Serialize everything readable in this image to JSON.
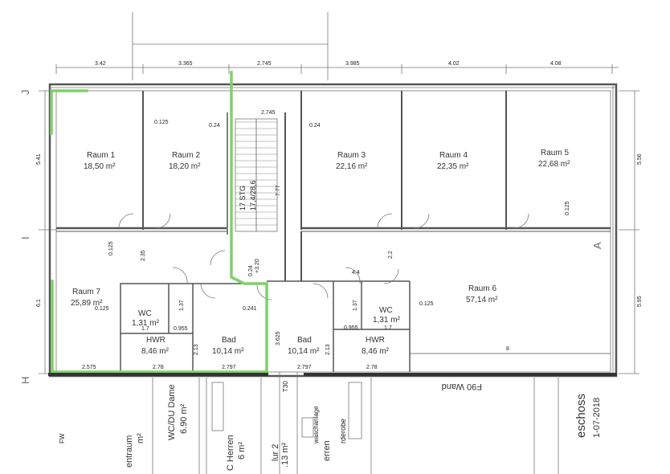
{
  "top_dims": [
    "3.42",
    "3.365",
    "2.745",
    "3.985",
    "4.02",
    "4.08"
  ],
  "inner_dims": {
    "d0125a": "0.125",
    "d024a": "0.24",
    "d2745": "2.745",
    "d024b": "0.24",
    "d0125b": "0.125",
    "d0125c": "0.125",
    "d235": "2.35",
    "d777": "7.77",
    "d22": "2.2",
    "d44": "4.4",
    "d024c": "0.24",
    "d320": "+3.20",
    "d137a": "1.37",
    "d137b": "1.37",
    "d0125d": "0.125",
    "d0125e": "0.125",
    "d17a": "1.7",
    "d0955a": "0.955",
    "d0955b": "0.955",
    "d17b": "1.7",
    "d0241": "0.241",
    "d213a": "2.13",
    "d3625": "3.625",
    "d213b": "2.13",
    "d8": "8",
    "d2575": "2.575",
    "d278a": "2.78",
    "d2797a": "2.797",
    "d2797b": "2.797",
    "d278b": "2.78"
  },
  "side_dims": {
    "left_top": "5.41",
    "left_bottom": "6.1",
    "right_top": "5.56",
    "right_bottom": "5.95"
  },
  "axes": {
    "j": "J",
    "i": "I",
    "h": "H",
    "a": "A"
  },
  "stair": {
    "steps": "17 STG",
    "ratio": "17,4/28,6"
  },
  "rooms": [
    {
      "name": "Raum 1",
      "area": "18,50 m²"
    },
    {
      "name": "Raum 2",
      "area": "18,20 m²"
    },
    {
      "name": "Raum 3",
      "area": "22,16 m²"
    },
    {
      "name": "Raum 4",
      "area": "22,35 m²"
    },
    {
      "name": "Raum 5",
      "area": "22,68 m²"
    },
    {
      "name": "Raum 6",
      "area": "57,14 m²"
    },
    {
      "name": "Raum 7",
      "area": "25,89 m²"
    },
    {
      "name": "WC",
      "area": "1,31 m²"
    },
    {
      "name": "WC",
      "area": "1,31 m²"
    },
    {
      "name": "HWR",
      "area": "8,46 m²"
    },
    {
      "name": "HWR",
      "area": "8,46 m²"
    },
    {
      "name": "Bad",
      "area": "10,14 m²"
    },
    {
      "name": "Bad",
      "area": "10,14 m²"
    }
  ],
  "lower": {
    "wall_label": "F90 Wand",
    "title": "eschoss",
    "date": "1-07-2018",
    "fw": "FW",
    "entraum": "entraum",
    "entraum_area": "m²",
    "wcdu": "WC/DU Dame",
    "wcdu_area": "6.90 m²",
    "herren": "C Herren",
    "herren_area": "6 m²",
    "flur": "lur 2",
    "flur_area": ".13 m²",
    "wasch": "waschanlage",
    "erren": "erren",
    "garderobe": "rderobe",
    "tr": "T30"
  }
}
